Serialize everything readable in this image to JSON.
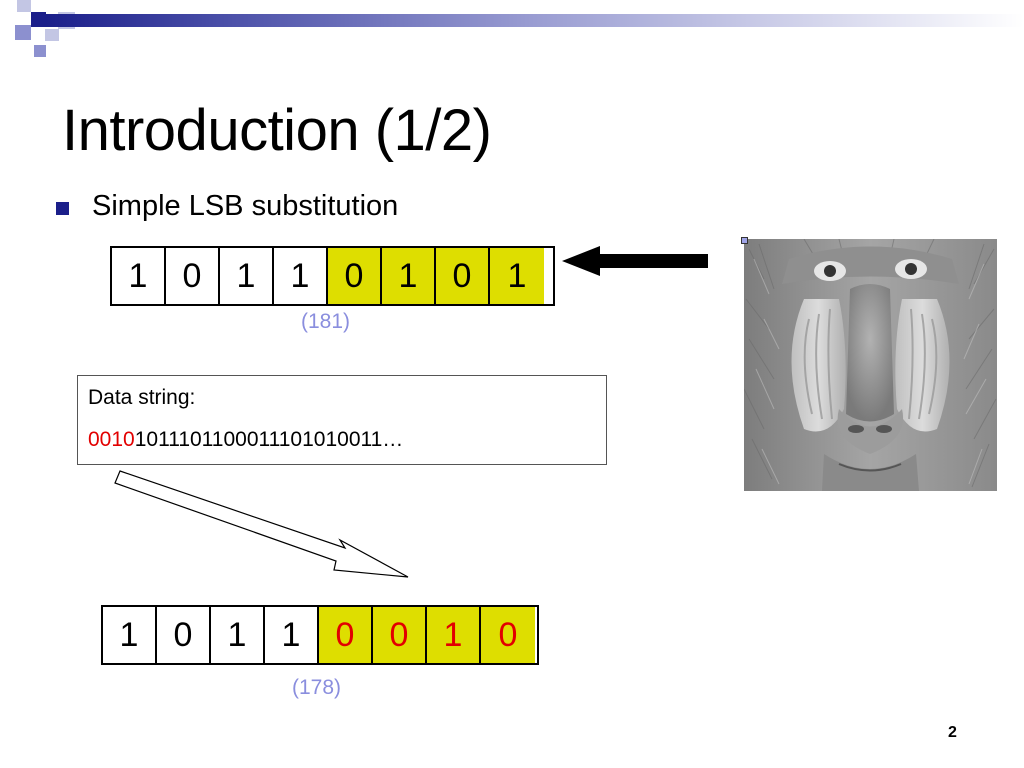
{
  "slide": {
    "title": "Introduction (1/2)",
    "bullet": "Simple LSB substitution",
    "page_number": "2"
  },
  "original_pixel": {
    "bits": [
      {
        "v": "1",
        "hl": false,
        "red": false
      },
      {
        "v": "0",
        "hl": false,
        "red": false
      },
      {
        "v": "1",
        "hl": false,
        "red": false
      },
      {
        "v": "1",
        "hl": false,
        "red": false
      },
      {
        "v": "0",
        "hl": true,
        "red": false
      },
      {
        "v": "1",
        "hl": true,
        "red": false
      },
      {
        "v": "0",
        "hl": true,
        "red": false
      },
      {
        "v": "1",
        "hl": true,
        "red": false
      }
    ],
    "value_label": "(181)"
  },
  "data_string": {
    "label": "Data string:",
    "highlighted_bits": "0010",
    "remaining_bits": "10111011000111010100 11…"
  },
  "stego_pixel": {
    "bits": [
      {
        "v": "1",
        "hl": false,
        "red": false
      },
      {
        "v": "0",
        "hl": false,
        "red": false
      },
      {
        "v": "1",
        "hl": false,
        "red": false
      },
      {
        "v": "1",
        "hl": false,
        "red": false
      },
      {
        "v": "0",
        "hl": true,
        "red": true
      },
      {
        "v": "0",
        "hl": true,
        "red": true
      },
      {
        "v": "1",
        "hl": true,
        "red": true
      },
      {
        "v": "0",
        "hl": true,
        "red": true
      }
    ],
    "value_label": "(178)"
  },
  "colors": {
    "accent": "#1b1f8a",
    "highlight": "#dede00",
    "changed_bit": "#e20000",
    "caption": "#8a8ede"
  },
  "icons": [
    "left-arrow-icon",
    "down-right-arrow-icon",
    "baboon-image"
  ]
}
